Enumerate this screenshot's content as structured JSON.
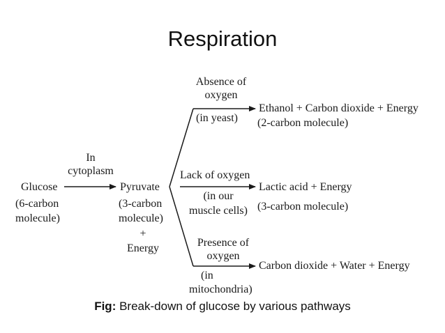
{
  "title": "Respiration",
  "diagram": {
    "glucose": {
      "line1": "Glucose",
      "line2": "(6-carbon",
      "line3": "molecule)"
    },
    "step1_label": {
      "line1": "In",
      "line2": "cytoplasm"
    },
    "pyruvate": {
      "line1": "Pyruvate",
      "line2": "(3-carbon",
      "line3": "molecule)",
      "line4": "+",
      "line5": "Energy"
    },
    "branch_top": {
      "condition1": "Absence of",
      "condition2": "oxygen",
      "location": "(in yeast)",
      "products": "Ethanol + Carbon dioxide + Energy",
      "product_note": "(2-carbon molecule)"
    },
    "branch_middle": {
      "condition": "Lack of oxygen",
      "location1": "(in our",
      "location2": "muscle cells)",
      "products": "Lactic acid + Energy",
      "product_note": "(3-carbon molecule)"
    },
    "branch_bottom": {
      "condition1": "Presence of",
      "condition2": "oxygen",
      "location1": "(in",
      "location2": "mitochondria)",
      "products": "Carbon dioxide + Water + Energy"
    }
  },
  "caption": {
    "label": "Fig:",
    "text": "Break-down of glucose by various pathways"
  },
  "colors": {
    "ink": "#1a1a1a",
    "background": "#ffffff"
  }
}
